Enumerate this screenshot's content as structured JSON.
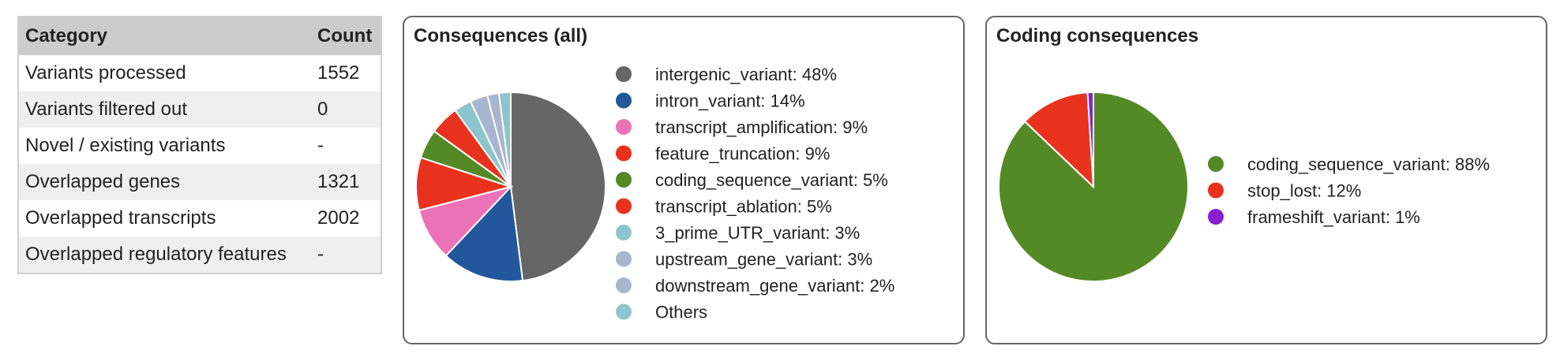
{
  "table": {
    "headers": [
      "Category",
      "Count"
    ],
    "rows": [
      {
        "label": "Variants processed",
        "value": "1552"
      },
      {
        "label": "Variants filtered out",
        "value": "0"
      },
      {
        "label": "Novel / existing variants",
        "value": "-"
      },
      {
        "label": "Overlapped genes",
        "value": "1321"
      },
      {
        "label": "Overlapped transcripts",
        "value": "2002"
      },
      {
        "label": "Overlapped regulatory features",
        "value": "-"
      }
    ]
  },
  "chart_data": [
    {
      "type": "pie",
      "title": "Consequences (all)",
      "legend_position": "right",
      "slices": [
        {
          "label": "intergenic_variant: 48%",
          "value": 48,
          "color": "#666666"
        },
        {
          "label": "intron_variant: 14%",
          "value": 14,
          "color": "#22579c"
        },
        {
          "label": "transcript_amplification: 9%",
          "value": 9,
          "color": "#ec72b8"
        },
        {
          "label": "feature_truncation: 9%",
          "value": 9,
          "color": "#e8321e"
        },
        {
          "label": "coding_sequence_variant: 5%",
          "value": 5,
          "color": "#548a26"
        },
        {
          "label": "transcript_ablation: 5%",
          "value": 5,
          "color": "#e8321e"
        },
        {
          "label": "3_prime_UTR_variant: 3%",
          "value": 3,
          "color": "#8cc5cb"
        },
        {
          "label": "upstream_gene_variant: 3%",
          "value": 3,
          "color": "#a9b6cf"
        },
        {
          "label": "downstream_gene_variant: 2%",
          "value": 2,
          "color": "#a9b6cf"
        },
        {
          "label": "Others",
          "value": 2,
          "color": "#8cc5cb"
        }
      ]
    },
    {
      "type": "pie",
      "title": "Coding consequences",
      "legend_position": "right",
      "slices": [
        {
          "label": "coding_sequence_variant: 88%",
          "value": 88,
          "color": "#548a26"
        },
        {
          "label": "stop_lost: 12%",
          "value": 12,
          "color": "#e8321e"
        },
        {
          "label": "frameshift_variant: 1%",
          "value": 1,
          "color": "#8a1fcf"
        }
      ]
    }
  ]
}
